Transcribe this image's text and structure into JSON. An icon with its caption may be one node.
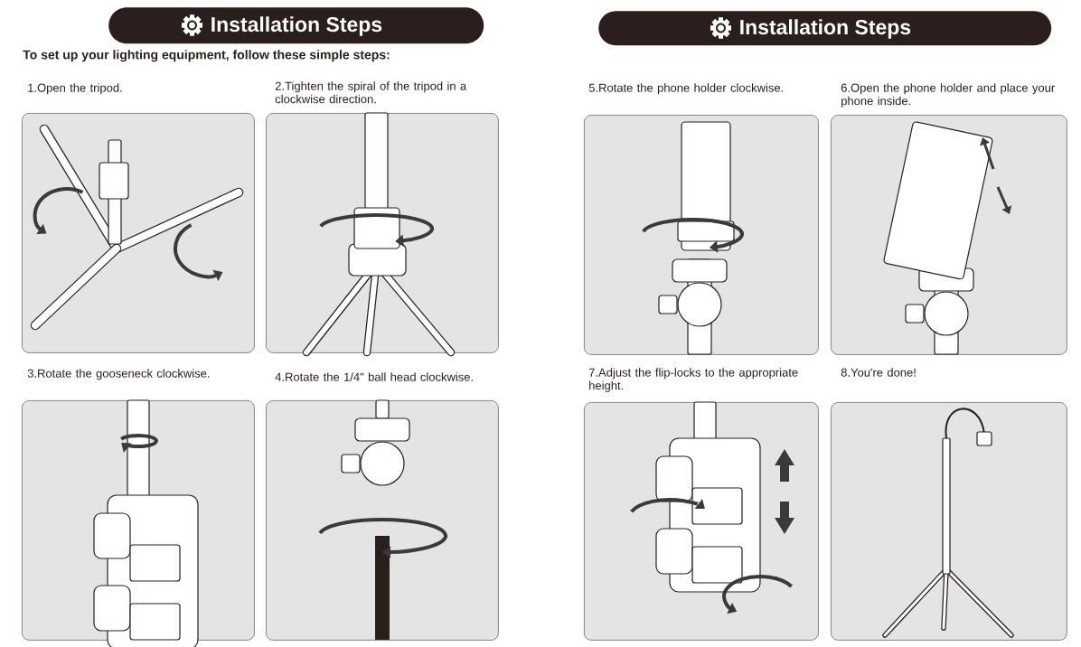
{
  "diagram": {
    "nodes": [
      {
        "text": [
          "Installation Steps"
        ]
      },
      {
        "text": [
          "1.Open the tripod."
        ]
      },
      {
        "text": [
          "2.Tighten the spiral of the tripod in a clockwise direction."
        ]
      },
      {
        "text": [
          "3.Rotate the gooseneck clockwise."
        ]
      },
      {
        "text": [
          "4.Rotate the 1/4\" ball head clockwise."
        ]
      },
      {
        "text": [
          "Installation Steps"
        ]
      },
      {
        "text": [
          "5.Rotate the phone holder clockwise."
        ]
      },
      {
        "text": [
          "6.Open the phone holder and place your phone inside."
        ]
      },
      {
        "text": [
          "7.Adjust the flip-locks to the appropriate height."
        ]
      },
      {
        "text": [
          "8.You're done!"
        ]
      }
    ],
    "labels": [
      "To set up your lighting equipment, follow these simple steps:"
    ]
  }
}
